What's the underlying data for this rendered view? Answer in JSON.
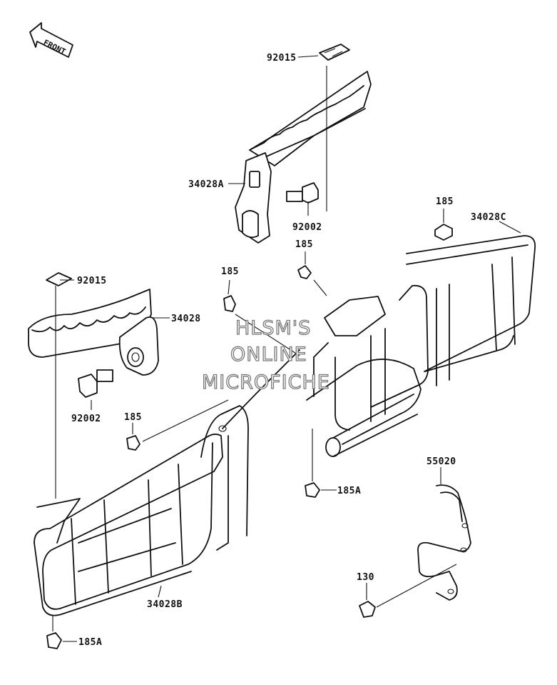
{
  "diagram": {
    "front_label": "FRONT",
    "watermark": [
      "HLSM'S",
      "ONLINE",
      "MICROFICHE"
    ],
    "callouts": [
      {
        "id": "c1",
        "text": "92015"
      },
      {
        "id": "c2",
        "text": "34028A"
      },
      {
        "id": "c3",
        "text": "92002"
      },
      {
        "id": "c4",
        "text": "185"
      },
      {
        "id": "c5",
        "text": "34028C"
      },
      {
        "id": "c6",
        "text": "185"
      },
      {
        "id": "c7",
        "text": "185"
      },
      {
        "id": "c8",
        "text": "92015"
      },
      {
        "id": "c9",
        "text": "34028"
      },
      {
        "id": "c10",
        "text": "92002"
      },
      {
        "id": "c11",
        "text": "185"
      },
      {
        "id": "c12",
        "text": "185A"
      },
      {
        "id": "c13",
        "text": "55020"
      },
      {
        "id": "c14",
        "text": "130"
      },
      {
        "id": "c15",
        "text": "34028B"
      },
      {
        "id": "c16",
        "text": "185A"
      }
    ]
  }
}
